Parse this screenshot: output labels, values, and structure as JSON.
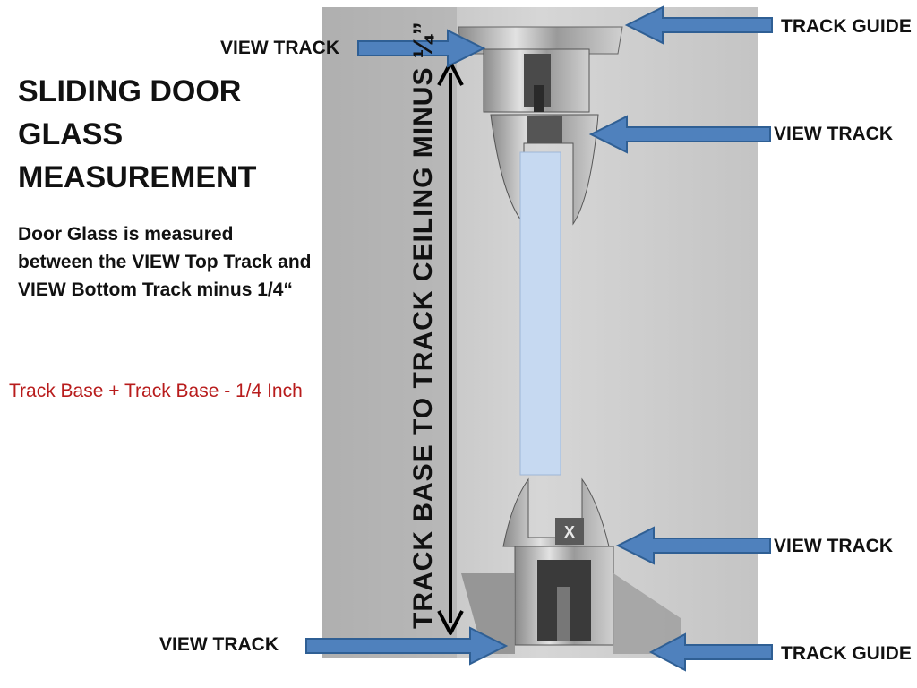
{
  "title_lines": [
    "SLIDING DOOR",
    "GLASS",
    "MEASUREMENT"
  ],
  "description": "Door Glass is measured between the VIEW Top Track and VIEW Bottom Track minus 1/4“",
  "formula": "Track Base + Track Base - 1/4 Inch",
  "vertical_label": "TRACK BASE  TO  TRACK CEILING MINUS ¼”",
  "callouts": {
    "track_guide_top": "TRACK GUIDE",
    "view_track_top_left": "VIEW TRACK",
    "view_track_upper_right": "VIEW TRACK",
    "view_track_lower_right": "VIEW TRACK",
    "view_track_bottom_left": "VIEW TRACK",
    "track_guide_bottom": "TRACK GUIDE"
  },
  "profile_marker": "X",
  "colors": {
    "arrow_fill": "#4f81bd",
    "arrow_stroke": "#2f5f94",
    "formula_text": "#b81c1c",
    "glass_panel": "#c6d9f1",
    "photo_background": "#cfcfcf"
  }
}
